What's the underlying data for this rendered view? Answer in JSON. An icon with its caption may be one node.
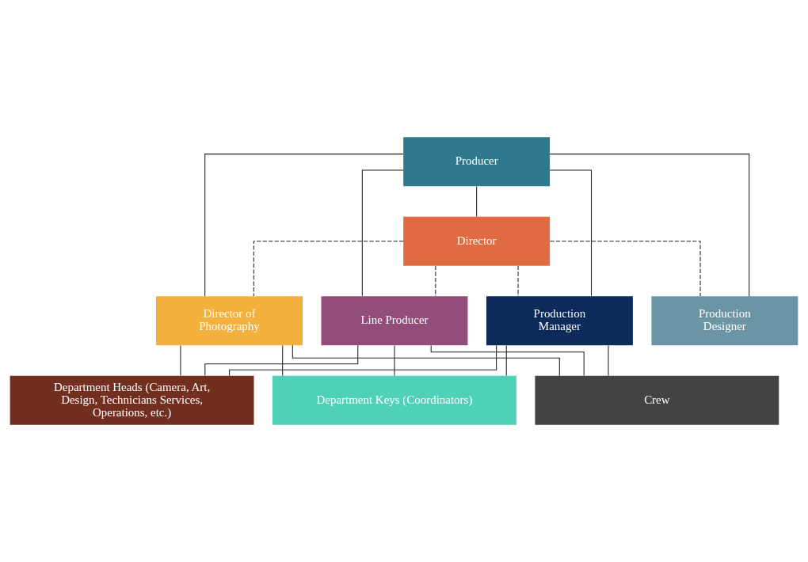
{
  "diagram": {
    "nodes": [
      {
        "text": [
          "Producer"
        ]
      },
      {
        "text": [
          "Director"
        ]
      },
      {
        "text": [
          "Director of Photography"
        ]
      },
      {
        "text": [
          "Production Designer"
        ]
      },
      {
        "text": [
          "Line Producer"
        ]
      },
      {
        "text": [
          "Production Manager"
        ]
      },
      {
        "text": [
          "Department Heads (Camera, Art, Design, Technicians Services, Operations, etc.)"
        ]
      },
      {
        "text": [
          "Department Keys (Coordinators)"
        ]
      },
      {
        "text": [
          "Crew"
        ]
      }
    ],
    "edges": [
      {
        "from": 0,
        "to": 1,
        "arrow": "none"
      },
      {
        "from": 0,
        "to": 2,
        "arrow": "none"
      },
      {
        "from": 0,
        "to": 3,
        "arrow": "none"
      },
      {
        "from": 0,
        "to": 4,
        "arrow": "none"
      },
      {
        "from": 0,
        "to": 5,
        "arrow": "none"
      },
      {
        "from": 1,
        "to": 2,
        "arrow": "none",
        "style": "dashed"
      },
      {
        "from": 1,
        "to": 3,
        "arrow": "none",
        "style": "dashed"
      },
      {
        "from": 1,
        "to": 4,
        "arrow": "none",
        "style": "dashed"
      },
      {
        "from": 1,
        "to": 5,
        "arrow": "none",
        "style": "dashed"
      },
      {
        "from": 2,
        "to": 6,
        "arrow": "none"
      },
      {
        "from": 2,
        "to": 7,
        "arrow": "none"
      },
      {
        "from": 2,
        "to": 8,
        "arrow": "none"
      },
      {
        "from": 4,
        "to": 6,
        "arrow": "none"
      },
      {
        "from": 4,
        "to": 7,
        "arrow": "none"
      },
      {
        "from": 4,
        "to": 8,
        "arrow": "none"
      },
      {
        "from": 5,
        "to": 6,
        "arrow": "none"
      },
      {
        "from": 5,
        "to": 7,
        "arrow": "none"
      },
      {
        "from": 5,
        "to": 8,
        "arrow": "none"
      }
    ]
  }
}
